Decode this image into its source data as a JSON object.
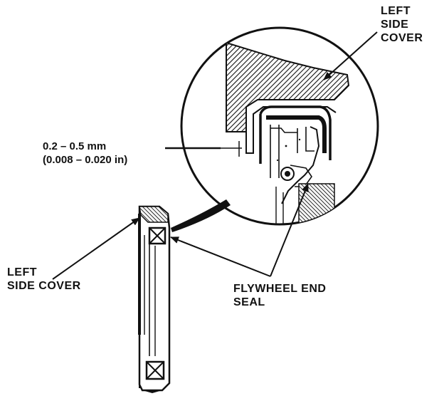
{
  "labels": {
    "left_side_cover_top": [
      "LEFT",
      "SIDE",
      "COVER"
    ],
    "measurement": [
      "0.2 – 0.5 mm",
      "(0.008 – 0.020 in)"
    ],
    "left_side_cover_bottom": [
      "LEFT",
      "SIDE COVER"
    ],
    "flywheel_end_seal": [
      "FLYWHEEL END",
      "SEAL"
    ]
  },
  "colors": {
    "ink": "#111111",
    "background": "#ffffff"
  }
}
